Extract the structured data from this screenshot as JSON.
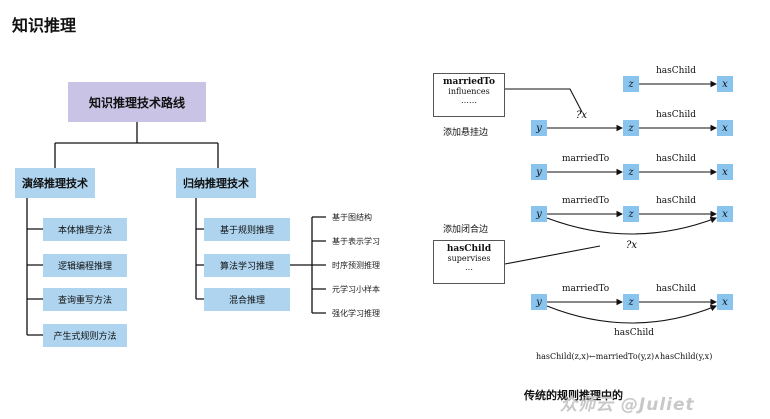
{
  "title": "知识推理",
  "tree": {
    "root": "知识推理技术路线",
    "deductive": {
      "label": "演绎推理技术",
      "children": [
        "本体推理方法",
        "逻辑编程推理",
        "查询重写方法",
        "产生式规则方法"
      ]
    },
    "inductive": {
      "label": "归纳推理技术",
      "children": [
        "基于规则推理",
        "算法学习推理",
        "混合推理"
      ],
      "learning_methods": [
        "基于图结构",
        "基于表示学习",
        "时序预测推理",
        "元学习小样本",
        "强化学习推理"
      ]
    }
  },
  "rule_panel": {
    "card1": {
      "title": "marriedTo",
      "line2": "influences",
      "line3": "……"
    },
    "card2": {
      "title": "hasChild",
      "line2": "supervises",
      "line3": "…"
    },
    "caption_dangling": "添加悬挂边",
    "caption_closing": "添加闭合边",
    "query_mark": "?x",
    "rows": [
      {
        "y": "",
        "z": "z",
        "x": "x",
        "yz": "",
        "zx": "hasChild",
        "yx": ""
      },
      {
        "y": "y",
        "z": "z",
        "x": "x",
        "yz": "",
        "zx": "hasChild",
        "yx": ""
      },
      {
        "y": "y",
        "z": "z",
        "x": "x",
        "yz": "marriedTo",
        "zx": "hasChild",
        "yx": ""
      },
      {
        "y": "y",
        "z": "z",
        "x": "x",
        "yz": "marriedTo",
        "zx": "hasChild",
        "yx": ""
      },
      {
        "y": "y",
        "z": "z",
        "x": "x",
        "yz": "marriedTo",
        "zx": "hasChild",
        "yx": "hasChild"
      }
    ],
    "formula": "hasChild(z,x)←marriedTo(y,z)∧hasChild(y,x)"
  },
  "footer_text": "传统的规则推理中的",
  "watermark": "众师云 @Juliet",
  "colors": {
    "root": "#c9c3e6",
    "box": "#aed4ef",
    "node": "#89c4ef"
  }
}
